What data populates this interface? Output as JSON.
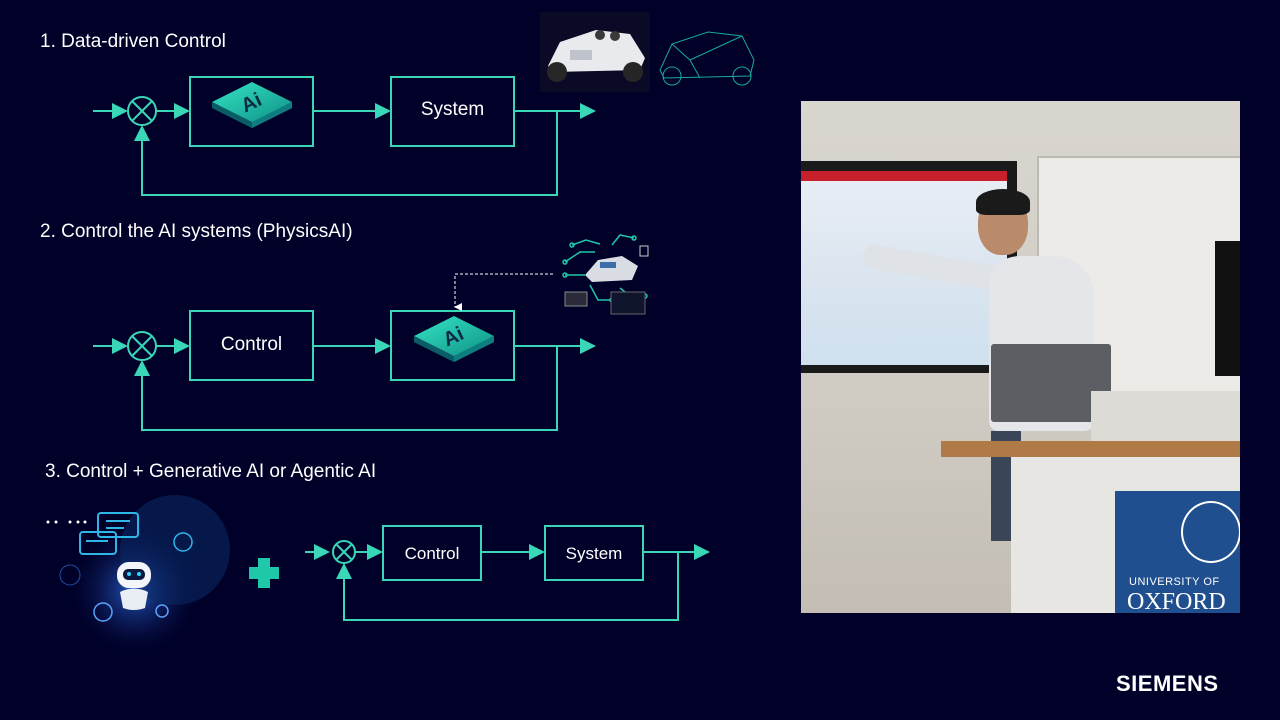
{
  "headings": {
    "h1": "1. Data-driven Control",
    "h2": "2. Control the AI systems (PhysicsAI)",
    "h3": "3. Control + Generative AI or Agentic AI"
  },
  "blocks": {
    "row1_block2": "System",
    "row2_block1": "Control",
    "row3_block1": "Control",
    "row3_block2": "System"
  },
  "ai_icon_label": "Ai",
  "photo": {
    "university_of": "UNIVERSITY OF",
    "oxford": "OXFORD"
  },
  "brand": "SIEMENS",
  "colors": {
    "background": "#000028",
    "line": "#39d6b8",
    "ai_tile": "#1ec8a8"
  },
  "icons": [
    "summing-junction-icon",
    "ai-chip-icon",
    "plus-icon",
    "robot-assistant-icon",
    "car-icon",
    "circuit-car-icon"
  ]
}
